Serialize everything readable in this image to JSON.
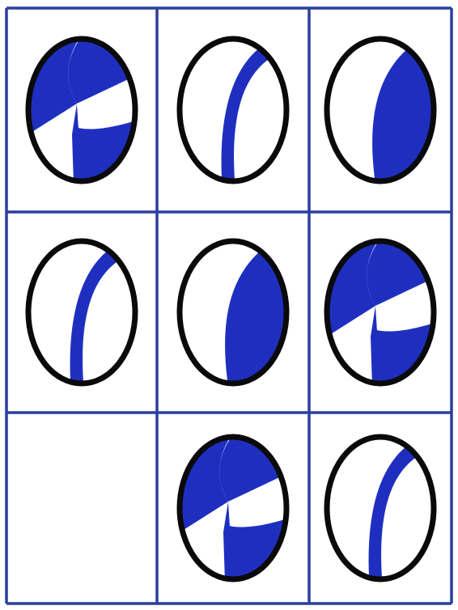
{
  "colors": {
    "grid_line": "#2a3f9e",
    "ellipse_fill": "#ffffff",
    "ellipse_stroke": "#0a0a0a",
    "shape_fill": "#1e2fc0",
    "shape_dark": "#0f1a8a"
  },
  "puzzle": {
    "rows": 3,
    "cols": 3,
    "cells": [
      {
        "row": 0,
        "col": 0,
        "pattern": "three-region-split",
        "filled": true
      },
      {
        "row": 0,
        "col": 1,
        "pattern": "thin-crescent-band",
        "filled": true
      },
      {
        "row": 0,
        "col": 2,
        "pattern": "half-fill-right",
        "filled": true
      },
      {
        "row": 1,
        "col": 0,
        "pattern": "thin-crescent-band",
        "filled": true
      },
      {
        "row": 1,
        "col": 1,
        "pattern": "half-fill-right",
        "filled": true
      },
      {
        "row": 1,
        "col": 2,
        "pattern": "three-region-split",
        "filled": true
      },
      {
        "row": 2,
        "col": 0,
        "pattern": "missing",
        "filled": false
      },
      {
        "row": 2,
        "col": 1,
        "pattern": "three-region-split",
        "filled": true
      },
      {
        "row": 2,
        "col": 2,
        "pattern": "thin-crescent-band",
        "filled": true
      }
    ]
  }
}
